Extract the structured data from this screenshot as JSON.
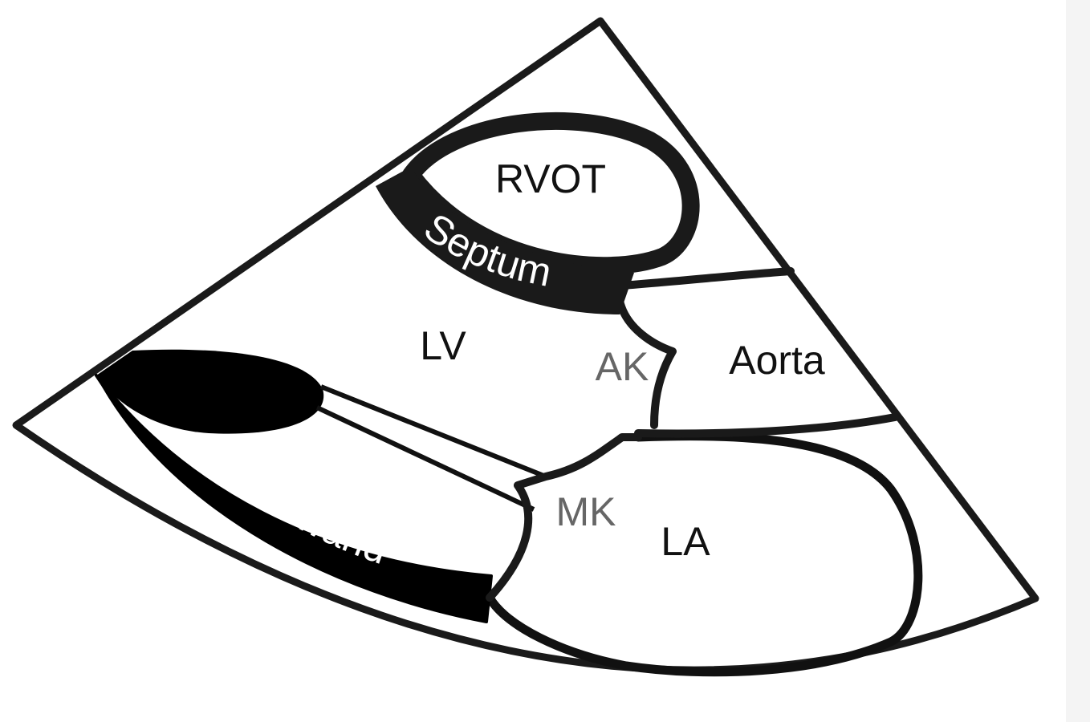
{
  "labels": {
    "rvot": "RVOT",
    "septum": "Septum",
    "lv": "LV",
    "ak": "AK",
    "aorta": "Aorta",
    "hinterwand": "Hinterwand",
    "mk": "MK",
    "la": "LA"
  },
  "colors": {
    "stroke": "#1a1a1a",
    "background": "#ffffff",
    "valve_label": "#666666"
  }
}
